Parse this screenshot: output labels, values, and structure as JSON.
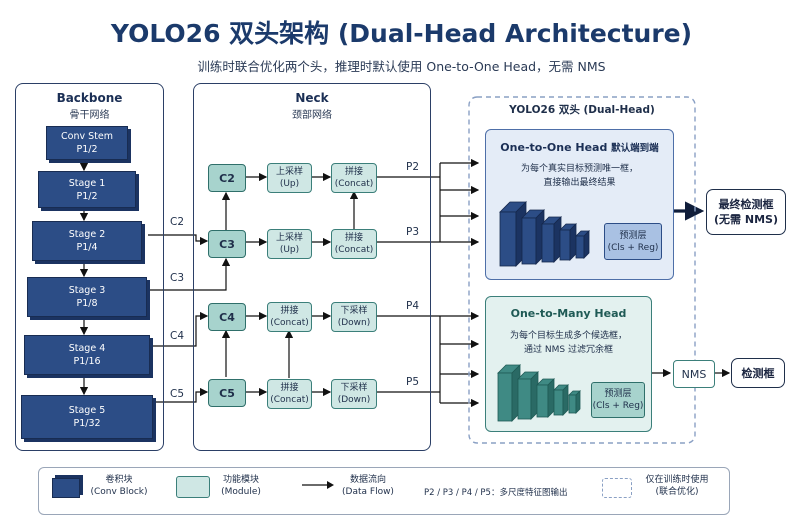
{
  "header": {
    "title": "YOLO26 双头架构 (Dual-Head Architecture)",
    "subtitle": "训练时联合优化两个头，推理时默认使用 One-to-One Head，无需 NMS"
  },
  "backbone": {
    "title": "Backbone",
    "subtitle": "骨干网络",
    "stem": {
      "name": "Conv Stem",
      "stride": "P1/2"
    },
    "stages": [
      {
        "name": "Stage 1",
        "stride": "P1/2"
      },
      {
        "name": "Stage 2",
        "stride": "P1/4"
      },
      {
        "name": "Stage 3",
        "stride": "P1/8"
      },
      {
        "name": "Stage 4",
        "stride": "P1/16"
      },
      {
        "name": "Stage 5",
        "stride": "P1/32"
      }
    ],
    "outputs": [
      "C2",
      "C3",
      "C4",
      "C5"
    ]
  },
  "neck": {
    "title": "Neck",
    "subtitle": "颈部网络",
    "cnodes": [
      "C2",
      "C3",
      "C4",
      "C5"
    ],
    "up1": {
      "label": "上采样",
      "en": "(Up)"
    },
    "up2": {
      "label": "上采样",
      "en": "(Up)"
    },
    "concat1": {
      "label": "拼接",
      "en": "(Concat)"
    },
    "concat2": {
      "label": "拼接",
      "en": "(Concat)"
    },
    "concat3": {
      "label": "拼接",
      "en": "(Concat)"
    },
    "concat4": {
      "label": "拼接",
      "en": "(Concat)"
    },
    "down1": {
      "label": "下采样",
      "en": "(Down)"
    },
    "down2": {
      "label": "下采样",
      "en": "(Down)"
    },
    "outputs": [
      "P2",
      "P3",
      "P4",
      "P5"
    ]
  },
  "heads": {
    "title": "YOLO26 双头 (Dual-Head)",
    "o2o": {
      "title": "One-to-One Head",
      "title_cn": "默认端到端",
      "desc1": "为每个真实目标预测唯一框，",
      "desc2": "直接输出最终结果",
      "pred": "预测层",
      "pred_en": "(Cls + Reg)"
    },
    "o2m": {
      "title": "One-to-Many Head",
      "desc1": "为每个目标生成多个候选框，",
      "desc2": "通过 NMS 过滤冗余框",
      "pred": "预测层",
      "pred_en": "(Cls + Reg)"
    }
  },
  "outputs": {
    "final": "最终检测框",
    "final_sub": "(无需 NMS)",
    "nms": "NMS",
    "detect": "检测框"
  },
  "legend": {
    "conv": "卷积块",
    "conv_en": "(Conv Block)",
    "module": "功能模块",
    "module_en": "(Module)",
    "flow": "数据流向",
    "flow_en": "(Data Flow)",
    "multiscale": "P2 / P3 / P4 / P5：多尺度特征图输出",
    "train": "仅在训练时使用",
    "train_en": "(联合优化)"
  },
  "colors": {
    "navy": "#2c4d86",
    "teal": "#a7d3cd",
    "o2o_bg": "#e4ecf7",
    "o2m_bg": "#e3f1ef"
  }
}
